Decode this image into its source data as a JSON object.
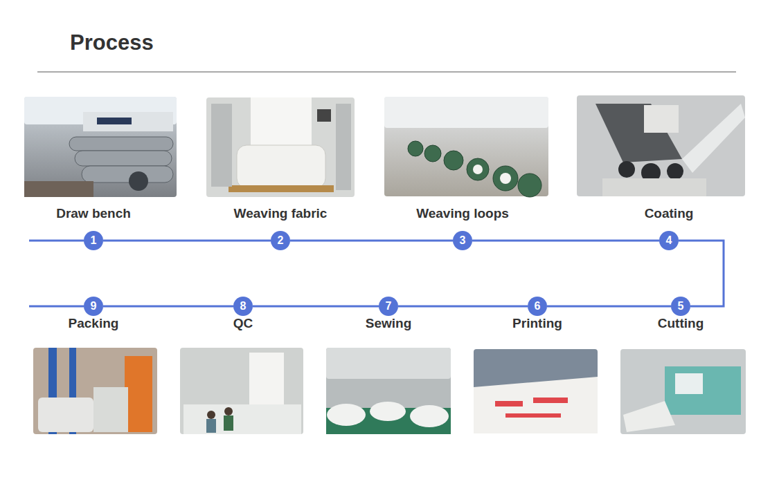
{
  "diagram": {
    "title": "Process",
    "nodes": [
      {
        "text": [
          "Draw bench",
          "1"
        ]
      },
      {
        "text": [
          "Weaving fabric",
          "2"
        ]
      },
      {
        "text": [
          "Weaving loops",
          "3"
        ]
      },
      {
        "text": [
          "Coating",
          "4"
        ]
      },
      {
        "text": [
          "Cutting",
          "5"
        ]
      },
      {
        "text": [
          "Printing",
          "6"
        ]
      },
      {
        "text": [
          "Sewing",
          "7"
        ]
      },
      {
        "text": [
          "QC",
          "8"
        ]
      },
      {
        "text": [
          "Packing",
          "9"
        ]
      }
    ],
    "edges": [
      {
        "from": 0,
        "to": 1,
        "arrow": "none"
      },
      {
        "from": 1,
        "to": 2,
        "arrow": "none"
      },
      {
        "from": 2,
        "to": 3,
        "arrow": "none"
      },
      {
        "from": 3,
        "to": 4,
        "arrow": "none"
      },
      {
        "from": 4,
        "to": 5,
        "arrow": "none"
      },
      {
        "from": 5,
        "to": 6,
        "arrow": "none"
      },
      {
        "from": 6,
        "to": 7,
        "arrow": "none"
      },
      {
        "from": 7,
        "to": 8,
        "arrow": "none"
      }
    ]
  }
}
